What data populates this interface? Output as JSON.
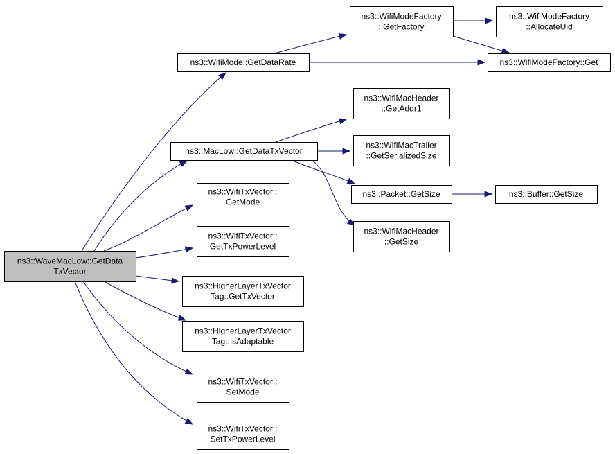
{
  "nodes": [
    {
      "id": "root",
      "lines": [
        "ns3::WaveMacLow::GetData",
        "TxVector"
      ],
      "highlighted": true
    },
    {
      "id": "getdatarate",
      "lines": [
        "ns3::WifiMode::GetDataRate"
      ]
    },
    {
      "id": "getfactory",
      "lines": [
        "ns3::WifiModeFactory",
        "::GetFactory"
      ]
    },
    {
      "id": "allocateuid",
      "lines": [
        "ns3::WifiModeFactory",
        "::AllocateUid"
      ]
    },
    {
      "id": "factoryget",
      "lines": [
        "ns3::WifiModeFactory::Get"
      ]
    },
    {
      "id": "maclowgetdatatxvector",
      "lines": [
        "ns3::MacLow::GetDataTxVector"
      ]
    },
    {
      "id": "getaddr1",
      "lines": [
        "ns3::WifiMacHeader",
        "::GetAddr1"
      ]
    },
    {
      "id": "getserializedsize",
      "lines": [
        "ns3::WifiMacTrailer",
        "::GetSerializedSize"
      ]
    },
    {
      "id": "packetgetsize",
      "lines": [
        "ns3::Packet::GetSize"
      ]
    },
    {
      "id": "buffergetsize",
      "lines": [
        "ns3::Buffer::GetSize"
      ]
    },
    {
      "id": "headergetsize",
      "lines": [
        "ns3::WifiMacHeader",
        "::GetSize"
      ]
    },
    {
      "id": "getmode",
      "lines": [
        "ns3::WifiTxVector::",
        "GetMode"
      ]
    },
    {
      "id": "gettxpowerlevel",
      "lines": [
        "ns3::WifiTxVector::",
        "GetTxPowerLevel"
      ]
    },
    {
      "id": "gettxvector",
      "lines": [
        "ns3::HigherLayerTxVector",
        "Tag::GetTxVector"
      ]
    },
    {
      "id": "isadaptable",
      "lines": [
        "ns3::HigherLayerTxVector",
        "Tag::IsAdaptable"
      ]
    },
    {
      "id": "setmode",
      "lines": [
        "ns3::WifiTxVector::",
        "SetMode"
      ]
    },
    {
      "id": "settxpowerlevel",
      "lines": [
        "ns3::WifiTxVector::",
        "SetTxPowerLevel"
      ]
    }
  ],
  "edges": [
    {
      "from": "root",
      "to": "getdatarate"
    },
    {
      "from": "root",
      "to": "maclowgetdatatxvector"
    },
    {
      "from": "root",
      "to": "getmode"
    },
    {
      "from": "root",
      "to": "gettxpowerlevel"
    },
    {
      "from": "root",
      "to": "gettxvector"
    },
    {
      "from": "root",
      "to": "isadaptable"
    },
    {
      "from": "root",
      "to": "setmode"
    },
    {
      "from": "root",
      "to": "settxpowerlevel"
    },
    {
      "from": "getdatarate",
      "to": "getfactory"
    },
    {
      "from": "getdatarate",
      "to": "factoryget"
    },
    {
      "from": "getfactory",
      "to": "allocateuid"
    },
    {
      "from": "getfactory",
      "to": "factoryget"
    },
    {
      "from": "maclowgetdatatxvector",
      "to": "getaddr1"
    },
    {
      "from": "maclowgetdatatxvector",
      "to": "getserializedsize"
    },
    {
      "from": "maclowgetdatatxvector",
      "to": "packetgetsize"
    },
    {
      "from": "maclowgetdatatxvector",
      "to": "headergetsize"
    },
    {
      "from": "packetgetsize",
      "to": "buffergetsize"
    }
  ],
  "colors": {
    "edge": "#191970",
    "node_border": "#000000",
    "node_fill": "#ffffff",
    "root_fill": "#bfbfbf"
  }
}
